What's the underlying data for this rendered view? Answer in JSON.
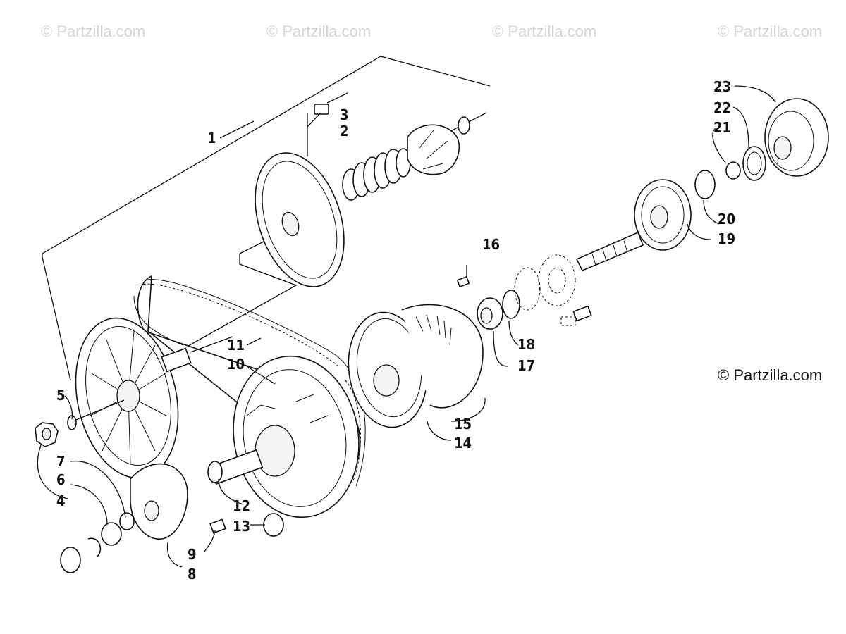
{
  "watermarks": [
    "© Partzilla.com",
    "© Partzilla.com",
    "© Partzilla.com",
    "© Partzilla.com"
  ],
  "credit": "© Partzilla.com",
  "callouts": [
    "1",
    "2",
    "3",
    "4",
    "5",
    "6",
    "7",
    "8",
    "9",
    "10",
    "11",
    "12",
    "13",
    "14",
    "15",
    "16",
    "17",
    "18",
    "19",
    "20",
    "21",
    "22",
    "23"
  ]
}
